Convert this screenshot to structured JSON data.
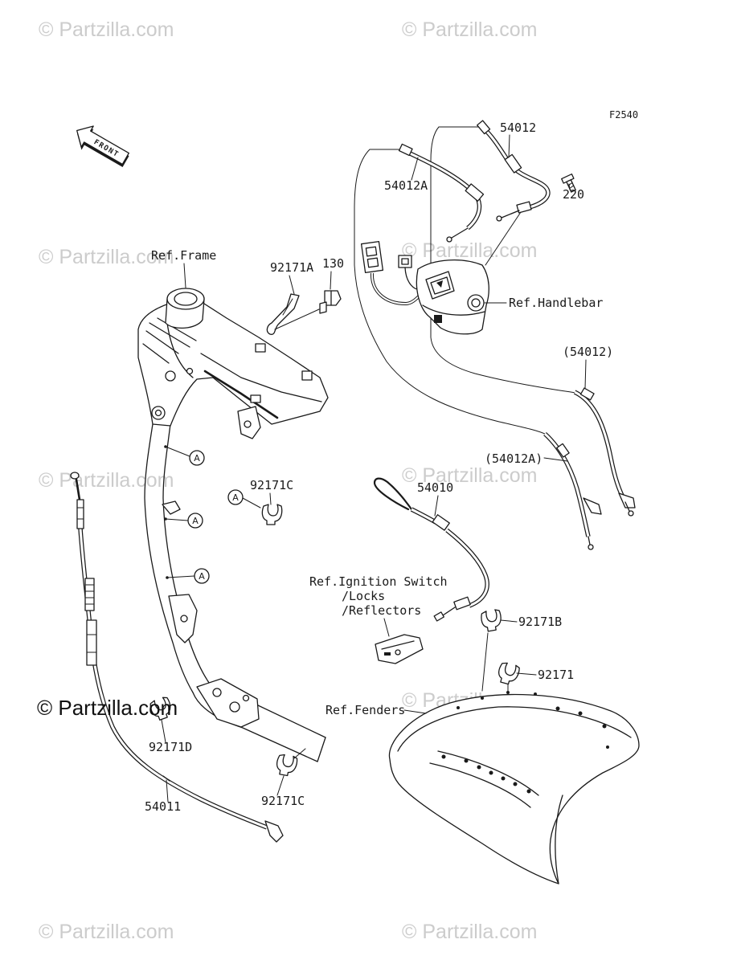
{
  "watermark_text": "© Partzilla.com",
  "figure_code": "F2540",
  "front_arrow_label": "FRONT",
  "marker_label": "A",
  "references": {
    "frame": "Ref.Frame",
    "handlebar": "Ref.Handlebar",
    "ignition_switch": "Ref.Ignition Switch",
    "locks": "/Locks",
    "reflectors": "/Reflectors",
    "fenders": "Ref.Fenders"
  },
  "callouts": {
    "c54012": "54012",
    "c54012A": "54012A",
    "c220": "220",
    "c92171A": "92171A",
    "c130": "130",
    "c54012_paren": "(54012)",
    "c92171C_upper": "92171C",
    "c54012A_paren": "(54012A)",
    "c54010": "54010",
    "c92171B": "92171B",
    "c92171": "92171",
    "c92171D": "92171D",
    "c92171C_lower": "92171C",
    "c54011": "54011"
  },
  "colors": {
    "line": "#1a1a1a",
    "watermark": "#cccccc"
  }
}
